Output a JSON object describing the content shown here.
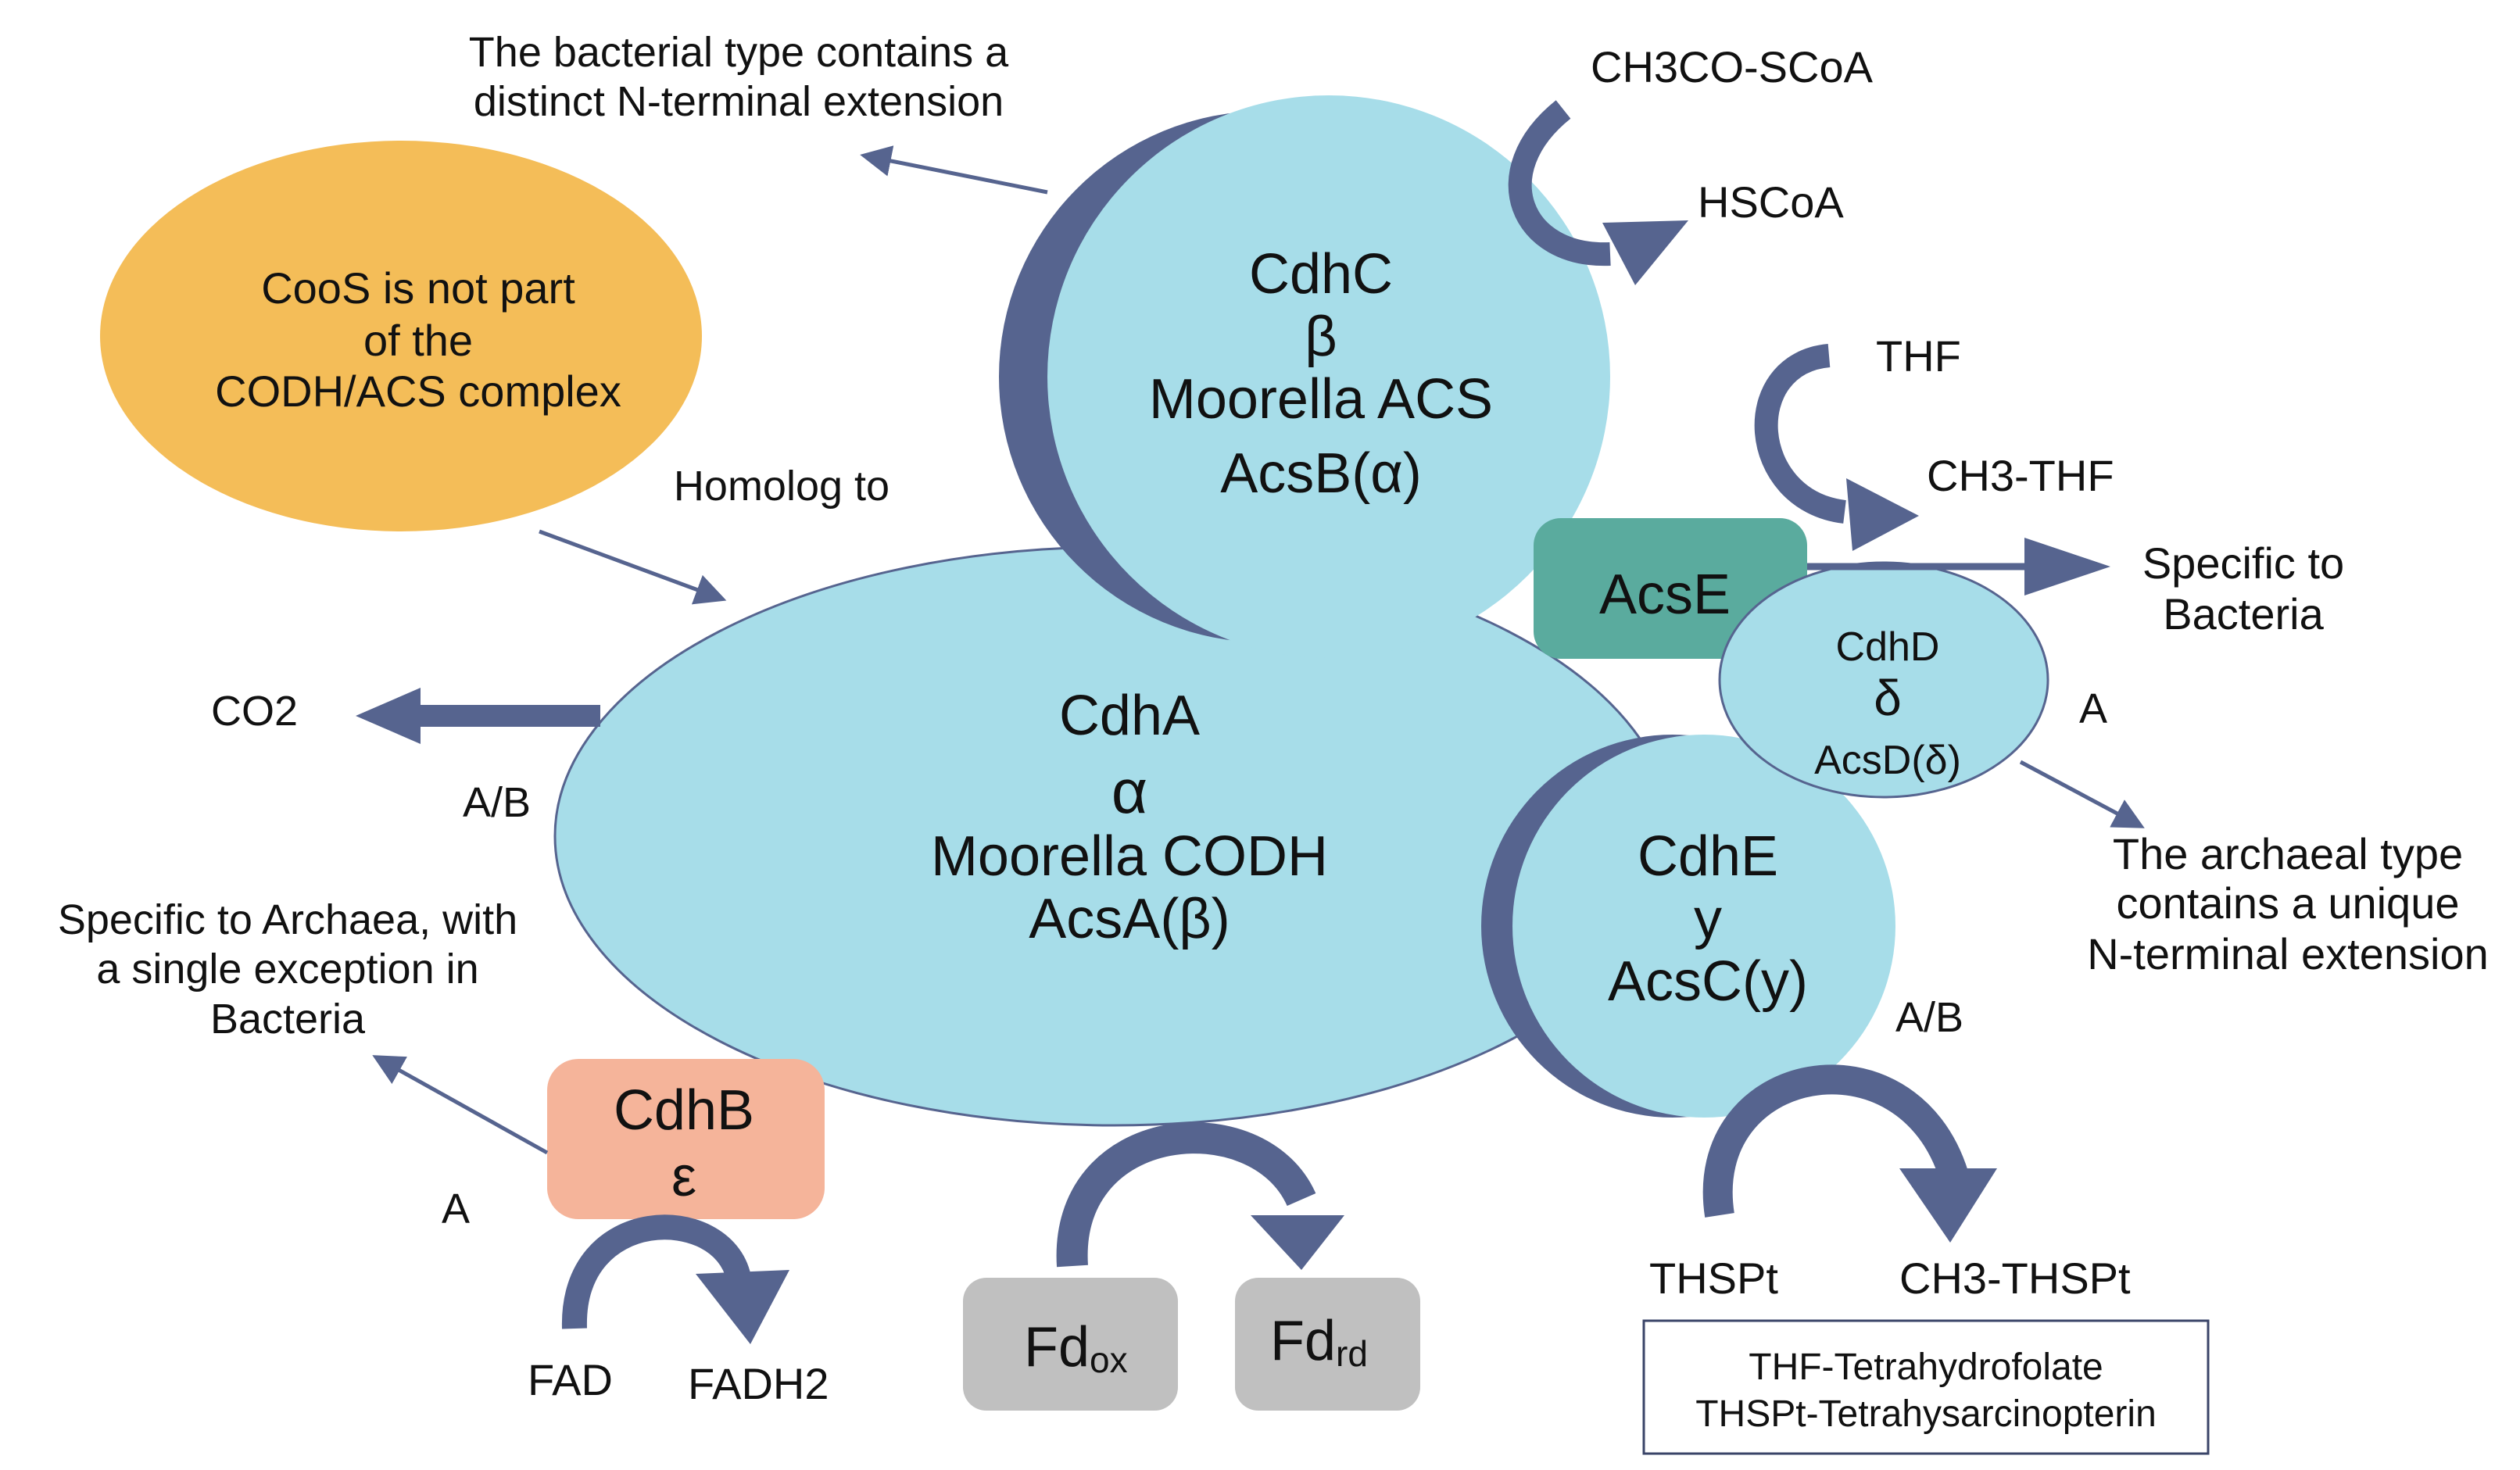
{
  "colors": {
    "light_blue": "#a7dde9",
    "dark_blue": "#56648f",
    "orange": "#f4bd58",
    "teal": "#5aab9e",
    "salmon": "#f5b49a",
    "gray": "#c0c0c0",
    "text": "#111111"
  },
  "subunits": {
    "cdhA": {
      "name": "CdhA",
      "greek": "α",
      "moorella": "Moorella CODH",
      "acs": "AcsA(β)"
    },
    "cdhC": {
      "name": "CdhC",
      "greek": "β",
      "moorella": "Moorella ACS",
      "acs": "AcsB(α)"
    },
    "cdhE": {
      "name": "CdhE",
      "greek": "y",
      "acs": "AcsC(y)"
    },
    "cdhD": {
      "name": "CdhD",
      "greek": "δ",
      "acs": "AcsD(δ)"
    },
    "cdhB": {
      "name": "CdhB",
      "greek": "ε"
    },
    "acsE": {
      "name": "AcsE"
    }
  },
  "coos": {
    "line1": "CooS is not part",
    "line2": "of the",
    "line3": "CODH/ACS complex",
    "homolog": "Homolog to"
  },
  "notes": {
    "bacterial_ext": [
      "The bacterial type contains a",
      "distinct N-terminal extension"
    ],
    "archaeal_ext": [
      "The archaeal type",
      "contains a unique",
      "N-terminal extension"
    ],
    "archaea_specific": [
      "Specific to Archaea, with",
      "a single exception in",
      "Bacteria"
    ],
    "bacteria_specific": [
      "Specific to",
      "Bacteria"
    ]
  },
  "labels": {
    "co2": "CO2",
    "ab_left": "A/B",
    "ab_right": "A/B",
    "a_cdhb": "A",
    "a_cdhd": "A",
    "acetyl_coa": "CH3CO-SCoA",
    "hscoa": "HSCoA",
    "thf": "THF",
    "ch3_thf": "CH3-THF",
    "thspt": "THSPt",
    "ch3_thspt": "CH3-THSPt",
    "fad": "FAD",
    "fadh2": "FADH2",
    "fd": "Fd",
    "fd_ox_sub": "ox",
    "fd_rd_sub": "rd"
  },
  "legend": [
    "THF-Tetrahydrofolate",
    "THSPt-Tetrahysarcinopterin"
  ]
}
